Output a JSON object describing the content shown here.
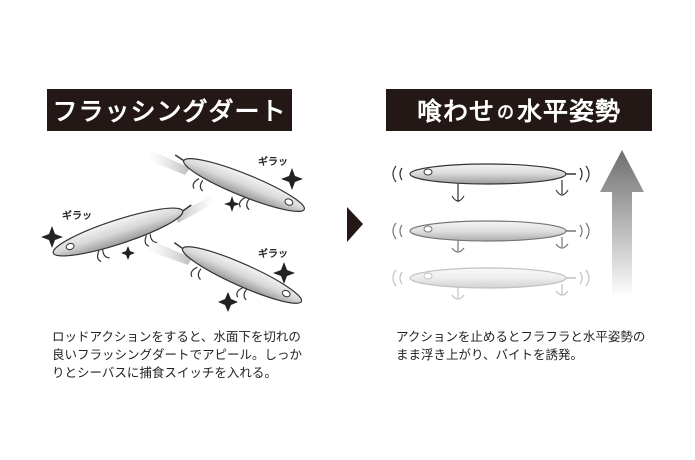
{
  "left": {
    "title_main": "フラッシングダート",
    "onomatopoeia": "ギラッ",
    "description": [
      "ロッドアクションをすると、水面下を切れの",
      "良いフラッシングダートでアピール。しっか",
      "りとシーバスに捕食スイッチを入れる。"
    ]
  },
  "right": {
    "title_part1": "喰わせ",
    "title_part2": "の",
    "title_part3": "水平姿勢",
    "description": [
      "アクションを止めるとフラフラと水平姿勢の",
      "まま浮き上がり、バイトを誘発。"
    ]
  },
  "colors": {
    "banner_bg": "#231816",
    "banner_text": "#ffffff"
  },
  "icons": {
    "divider": "triangle-right-icon",
    "rise": "up-arrow-icon"
  }
}
